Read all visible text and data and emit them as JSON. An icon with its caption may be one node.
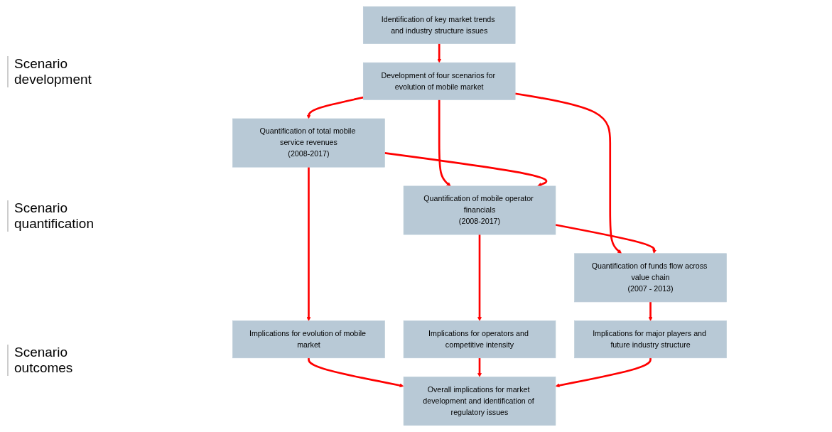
{
  "diagram": {
    "nodes": [
      {
        "text": [
          "Identification of key market trends and industry structure issues"
        ]
      },
      {
        "text": [
          "Development of four scenarios for evolution of mobile market"
        ]
      },
      {
        "text": [
          "Quantification of total mobile service revenues",
          "(2008-2017)"
        ]
      },
      {
        "text": [
          "Quantification of mobile operator financials",
          "(2008-2017)"
        ]
      },
      {
        "text": [
          "Quantification of funds flow across value chain",
          "(2007 - 2013)"
        ]
      },
      {
        "text": [
          "Implications for evolution of mobile market"
        ]
      },
      {
        "text": [
          "Implications for operators and competitive intensity"
        ]
      },
      {
        "text": [
          "Implications for major players and future industry structure"
        ]
      },
      {
        "text": [
          "Overall implications for market development and identification of regulatory issues"
        ]
      }
    ],
    "edges": [
      {
        "from": 0,
        "to": 1,
        "arrow": "to"
      },
      {
        "from": 1,
        "to": 2,
        "arrow": "to"
      },
      {
        "from": 1,
        "to": 3,
        "arrow": "to"
      },
      {
        "from": 1,
        "to": 4,
        "arrow": "to"
      },
      {
        "from": 2,
        "to": 3,
        "arrow": "to"
      },
      {
        "from": 3,
        "to": 4,
        "arrow": "to"
      },
      {
        "from": 2,
        "to": 5,
        "arrow": "to"
      },
      {
        "from": 3,
        "to": 6,
        "arrow": "to"
      },
      {
        "from": 4,
        "to": 7,
        "arrow": "to"
      },
      {
        "from": 5,
        "to": 8,
        "arrow": "to"
      },
      {
        "from": 6,
        "to": 8,
        "arrow": "to"
      },
      {
        "from": 7,
        "to": 8,
        "arrow": "to"
      }
    ],
    "labels": [
      "Scenario development",
      "Scenario quantification",
      "Scenario outcomes"
    ]
  }
}
